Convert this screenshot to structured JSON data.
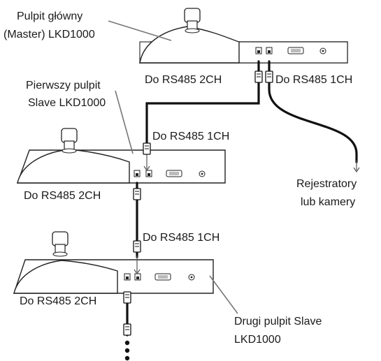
{
  "labels": {
    "master_line1": "Pulpit główny",
    "master_line2": "(Master) LKD1000",
    "master_out_2ch": "Do RS485 2CH",
    "master_out_1ch": "Do RS485 1CH",
    "slave1_line1": "Pierwszy pulpit",
    "slave1_line2": "Slave LKD1000",
    "slave1_in_1ch": "Do RS485 1CH",
    "slave1_out_2ch": "Do RS485 2CH",
    "recorders_line1": "Rejestratory",
    "recorders_line2": "lub kamery",
    "slave2_in_1ch": "Do RS485 1CH",
    "slave2_out_2ch": "Do RS485 2CH",
    "slave2_line1": "Drugi pulpit Slave",
    "slave2_line2": "LKD1000"
  },
  "colors": {
    "cable": "#111111",
    "leader_line": "#777777",
    "text": "#1a1a1a"
  },
  "icons": [
    "joystick-icon",
    "rj45-plug-icon",
    "rj45-port-icon",
    "db9-port-icon",
    "power-jack-icon",
    "arrow-down-icon",
    "ellipsis-dots-icon"
  ]
}
